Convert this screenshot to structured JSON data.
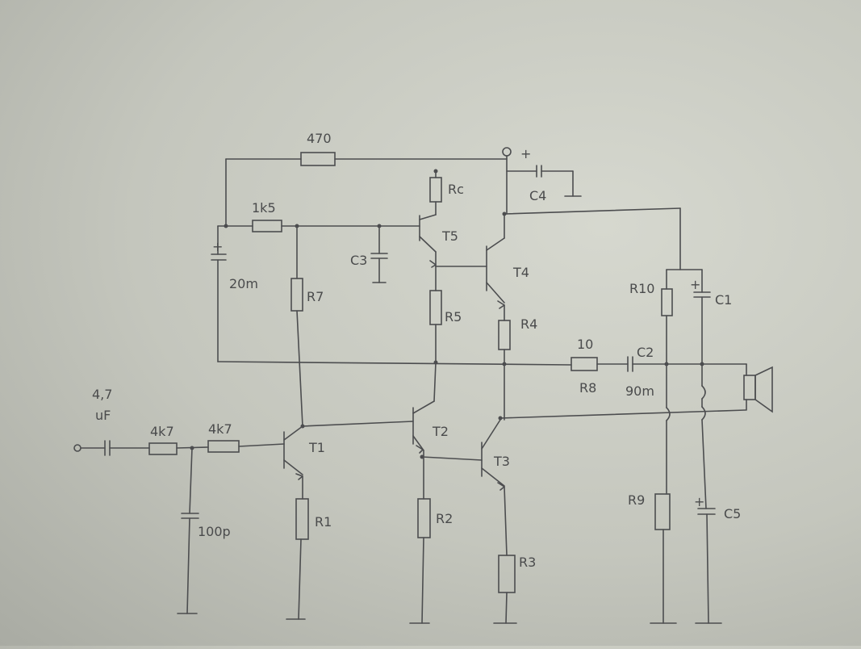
{
  "labels": {
    "r_470": "470",
    "r_1k5": "1k5",
    "rc": "Rc",
    "t5": "T5",
    "c3": "C3",
    "c4": "C4",
    "c_20": "20m",
    "r7": "R7",
    "r5": "R5",
    "t4": "T4",
    "r4": "R4",
    "r8_val": "10",
    "r8": "R8",
    "c2": "C2",
    "c2_val": "90m",
    "r10": "R10",
    "c1": "C1",
    "c_in_val": "4,7",
    "c_in_unit": "uF",
    "r_4k7_a": "4k7",
    "r_4k7_b": "4k7",
    "c_100p": "100p",
    "t1": "T1",
    "t2": "T2",
    "t3": "T3",
    "r1": "R1",
    "r2": "R2",
    "r3": "R3",
    "r9": "R9",
    "c5": "C5",
    "plus": "+"
  }
}
